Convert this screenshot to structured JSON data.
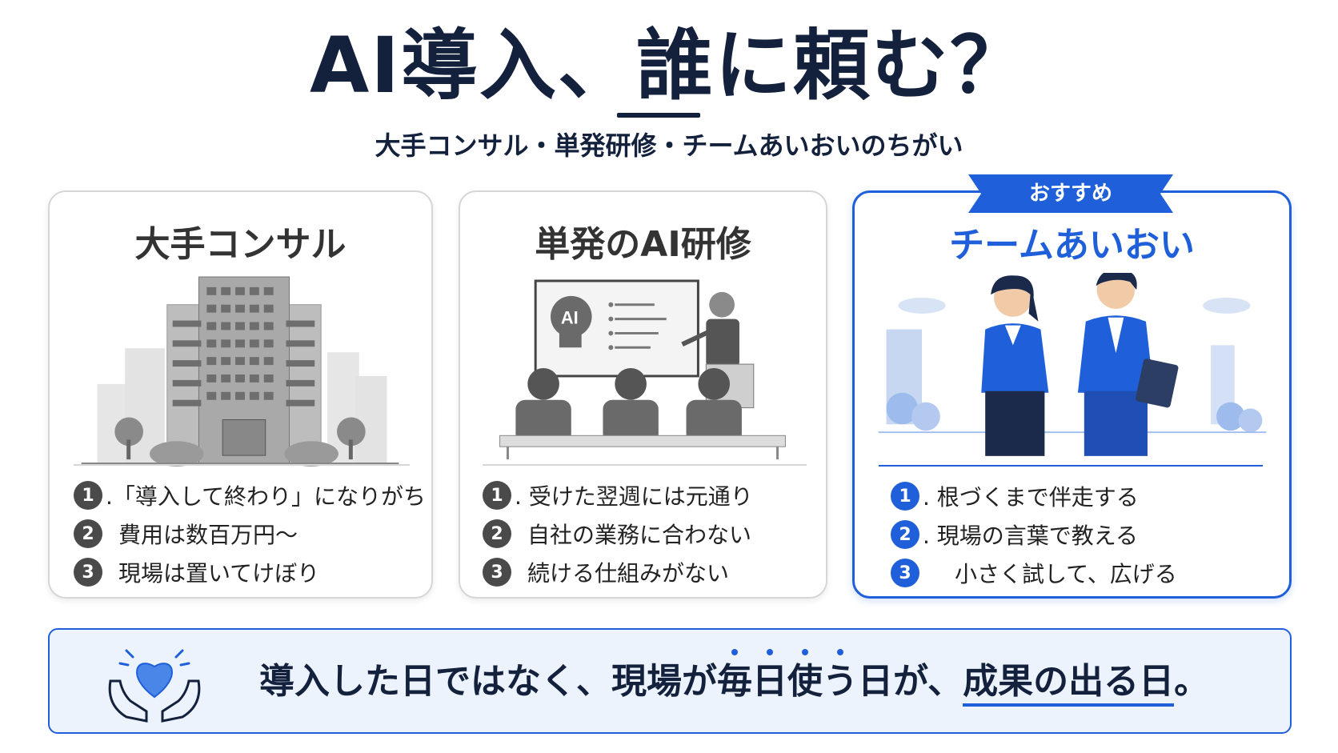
{
  "header": {
    "title_prefix": "AI導入、",
    "title_underlined": "誰",
    "title_suffix": "に頼む？",
    "subtitle": "大手コンサル・単発研修・チームあいおいのちがい"
  },
  "cards": [
    {
      "title": "大手コンサル",
      "items": [
        {
          "num": "1",
          "text": ".「導入して終わり」になりがち"
        },
        {
          "num": "2",
          "text": "費用は数百万円〜"
        },
        {
          "num": "3",
          "text": "現場は置いてけぼり"
        }
      ]
    },
    {
      "title": "単発のAI研修",
      "screen_label": "AI",
      "items": [
        {
          "num": "1",
          "text": ". 受けた翌週には元通り"
        },
        {
          "num": "2",
          "text": "自社の業務に合わない"
        },
        {
          "num": "3",
          "text": "続ける仕組みがない"
        }
      ]
    },
    {
      "badge": "おすすめ",
      "title": "チームあいおい",
      "items": [
        {
          "num": "1",
          "text": ". 根づくまで伴走する"
        },
        {
          "num": "2",
          "text": ". 現場の言葉で教える"
        },
        {
          "num": "3",
          "text": "小さく試して、広げる"
        }
      ]
    }
  ],
  "banner": {
    "part1": "導入した日ではなく、現場が",
    "part2_emphasis": "毎日使う",
    "part3": "日が、",
    "part4_underlined": "成果の出る日",
    "part5": "。"
  },
  "colors": {
    "accent": "#1f5fd9",
    "navy": "#14213d",
    "gray_num": "#4a4a4a"
  }
}
